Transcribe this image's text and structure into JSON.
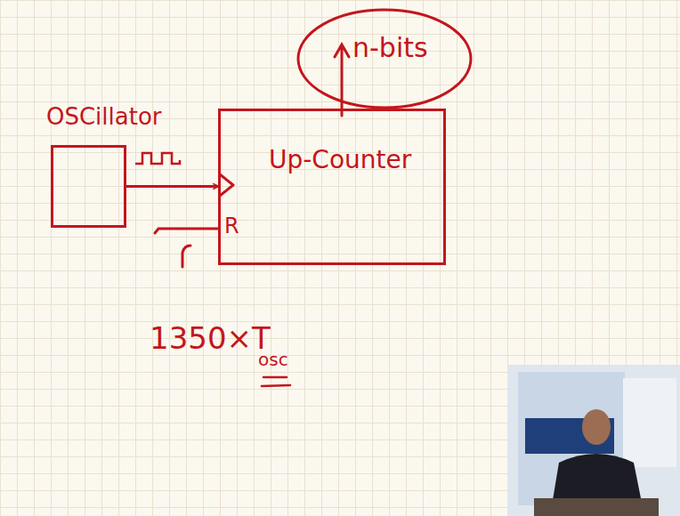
{
  "diagram": {
    "nodes": [
      {
        "text": [
          "OSCillator"
        ]
      },
      {
        "text": [
          "Up-Counter"
        ]
      }
    ],
    "edges": [
      {
        "from": 0,
        "to": 1,
        "arrow": "to"
      }
    ],
    "labels": [
      "n-bits",
      "R",
      "1350×T",
      "osc"
    ]
  }
}
